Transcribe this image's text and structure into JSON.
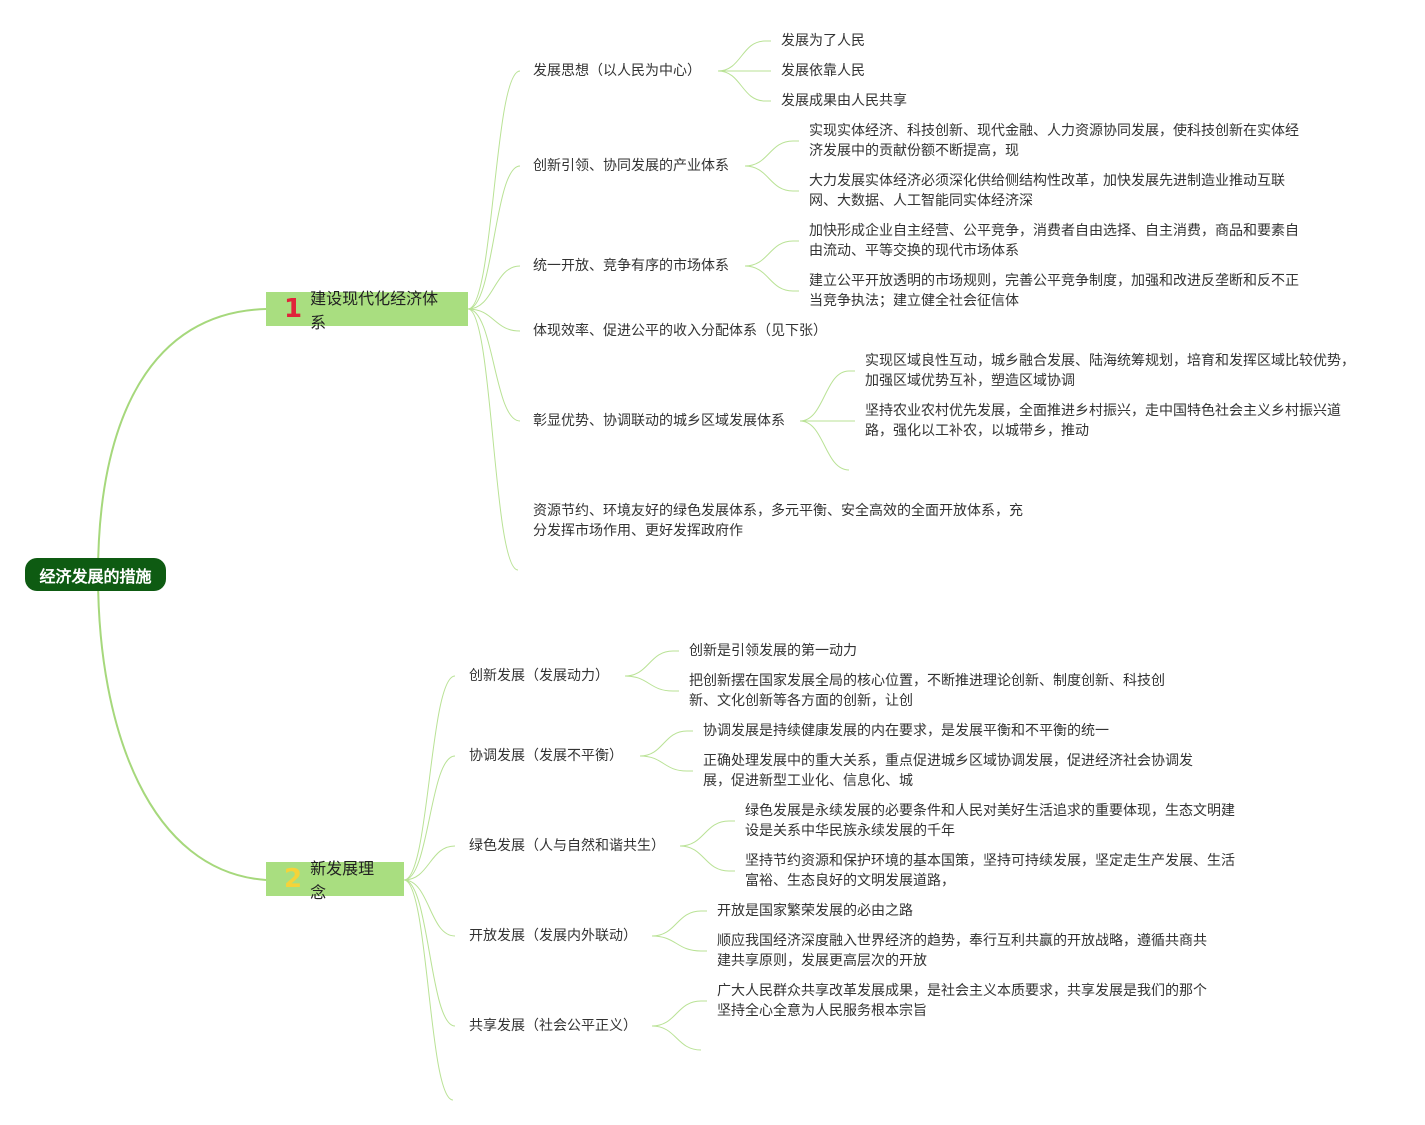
{
  "colors": {
    "root_bg": "#0e5b12",
    "branch_bg": "#a9de80",
    "line": "#b9e295",
    "line_main": "#a6d87c",
    "num1": "#e0243a",
    "num2": "#f5d33a"
  },
  "root": {
    "label": "经济发展的措施"
  },
  "b1": {
    "num": "1",
    "label": "建设现代化经济体系",
    "c1": {
      "label": "发展思想（以人民为中心）",
      "items": [
        "发展为了人民",
        "发展依靠人民",
        "发展成果由人民共享"
      ]
    },
    "c2": {
      "label": "创新引领、协同发展的产业体系",
      "items": [
        "实现实体经济、科技创新、现代金融、人力资源协同发展，使科技创新在实体经\n济发展中的贡献份额不断提高，现",
        "大力发展实体经济必须深化供给侧结构性改革，加快发展先进制造业推动互联\n网、大数据、人工智能同实体经济深"
      ]
    },
    "c3": {
      "label": "统一开放、竞争有序的市场体系",
      "items": [
        "加快形成企业自主经营、公平竞争，消费者自由选择、自主消费，商品和要素自\n由流动、平等交换的现代市场体系",
        "建立公平开放透明的市场规则，完善公平竞争制度，加强和改进反垄断和反不正\n当竞争执法；建立健全社会征信体"
      ]
    },
    "c4": {
      "label": "体现效率、促进公平的收入分配体系（见下张）"
    },
    "c5": {
      "label": "彰显优势、协调联动的城乡区域发展体系",
      "items": [
        "实现区域良性互动，城乡融合发展、陆海统筹规划，培育和发挥区域比较优势，\n加强区域优势互补，塑造区域协调",
        "坚持农业农村优先发展，全面推进乡村振兴，走中国特色社会主义乡村振兴道\n路，强化以工补农，以城带乡，推动"
      ]
    },
    "c6": {
      "label": "资源节约、环境友好的绿色发展体系，多元平衡、安全高效的全面开放体系，充\n分发挥市场作用、更好发挥政府作"
    }
  },
  "b2": {
    "num": "2",
    "label": "新发展理念",
    "c1": {
      "label": "创新发展（发展动力）",
      "items": [
        "创新是引领发展的第一动力",
        "把创新摆在国家发展全局的核心位置，不断推进理论创新、制度创新、科技创\n新、文化创新等各方面的创新，让创"
      ]
    },
    "c2": {
      "label": "协调发展（发展不平衡）",
      "items": [
        "协调发展是持续健康发展的内在要求，是发展平衡和不平衡的统一",
        "正确处理发展中的重大关系，重点促进城乡区域协调发展，促进经济社会协调发\n展，促进新型工业化、信息化、城"
      ]
    },
    "c3": {
      "label": "绿色发展（人与自然和谐共生）",
      "items": [
        "绿色发展是永续发展的必要条件和人民对美好生活追求的重要体现，生态文明建\n设是关系中华民族永续发展的千年",
        "坚持节约资源和保护环境的基本国策，坚持可持续发展，坚定走生产发展、生活\n富裕、生态良好的文明发展道路，"
      ]
    },
    "c4": {
      "label": "开放发展（发展内外联动）",
      "items": [
        "开放是国家繁荣发展的必由之路",
        "顺应我国经济深度融入世界经济的趋势，奉行互利共赢的开放战略，遵循共商共\n建共享原则，发展更高层次的开放"
      ]
    },
    "c5": {
      "label": "共享发展（社会公平正义）",
      "items": [
        "广大人民群众共享改革发展成果，是社会主义本质要求，共享发展是我们的那个\n坚持全心全意为人民服务根本宗旨"
      ]
    }
  }
}
